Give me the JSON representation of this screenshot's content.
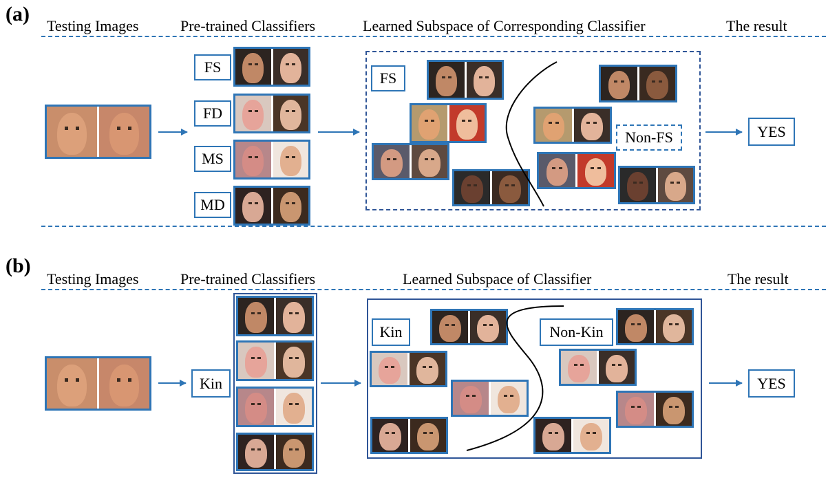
{
  "panel_a": {
    "label": "(a)",
    "headers": {
      "testing": "Testing Images",
      "classifiers": "Pre-trained Classifiers",
      "subspace": "Learned Subspace of Corresponding Classifier",
      "result": "The result"
    },
    "classifier_labels": [
      "FS",
      "FD",
      "MS",
      "MD"
    ],
    "region_label_positive": "FS",
    "region_label_negative": "Non-FS",
    "result": "YES"
  },
  "panel_b": {
    "label": "(b)",
    "headers": {
      "testing": "Testing Images",
      "classifiers": "Pre-trained Classifiers",
      "subspace": "Learned Subspace of Classifier",
      "result": "The result"
    },
    "classifier_label": "Kin",
    "region_label_positive": "Kin",
    "region_label_negative": "Non-Kin",
    "result": "YES"
  },
  "colors": {
    "accent": "#2e75b6",
    "region_border": "#2f5597",
    "boundary": "#000000"
  }
}
